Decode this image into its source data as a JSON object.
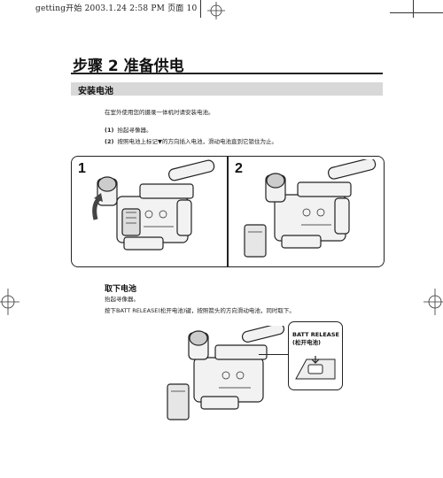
{
  "print_header": "getting开始  2003.1.24  2:58 PM  页面 10",
  "page_title": "步骤 2  准备供电",
  "section": {
    "heading": "安装电池",
    "intro": "在室外使用您的摄录一体机时请安装电池。",
    "steps": [
      {
        "num": "(1)",
        "text": "抬起寻像器。"
      },
      {
        "num": "(2)",
        "text": "按照电池上标记▼的方向插入电池，滑动电池直到它锁住为止。"
      }
    ]
  },
  "figure": {
    "panel_1_number": "1",
    "panel_2_number": "2"
  },
  "removal": {
    "heading": "取下电池",
    "line1": "抬起寻像器。",
    "line2": "按下BATT RELEASE(松开电池)键，按照箭头的方向滑动电池，同时取下。",
    "callout_en": "BATT RELEASE",
    "callout_cn": "(松开电池)"
  }
}
